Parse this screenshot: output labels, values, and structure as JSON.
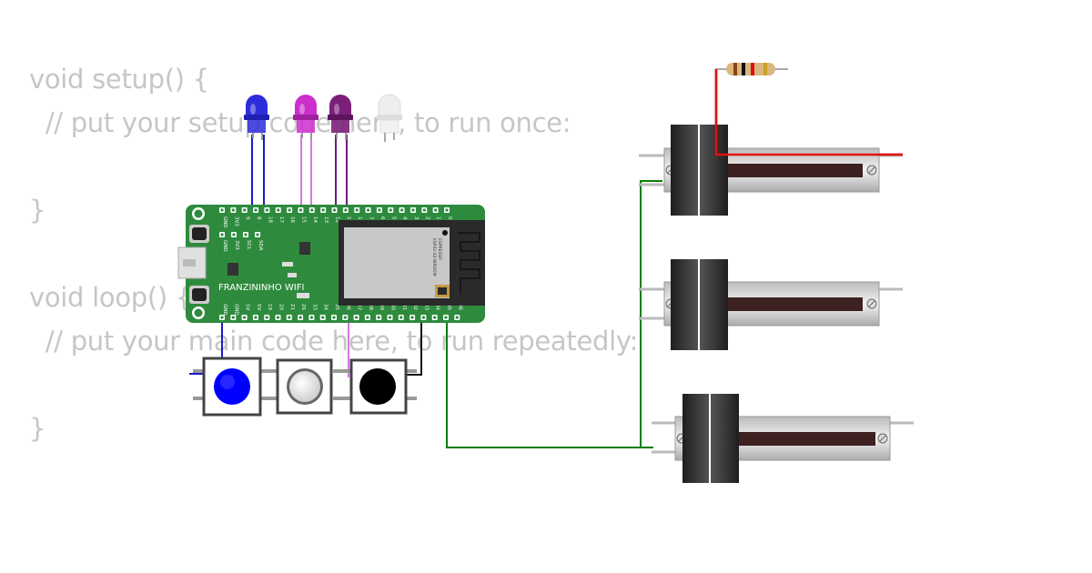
{
  "code": {
    "lines": [
      "void setup() {",
      "  // put your setup code here, to run once:",
      "",
      "}",
      "",
      "void loop() {",
      "  // put your main code here, to run repeatedly:",
      "",
      "}"
    ]
  },
  "board": {
    "name": "FRANZININHO  WIFI",
    "module_brand": "ESPRESSIF",
    "module_model": "ESP32-S2-WROOM",
    "color": "#2e8b3e",
    "top_pins": [
      "GND",
      "3V3",
      "9",
      "8",
      "18",
      "17",
      "16",
      "15",
      "14",
      "13",
      "12",
      "11",
      "10",
      "7",
      "6",
      "5",
      "4",
      "3",
      "2",
      "1",
      "0"
    ],
    "bottom_pins": [
      "GND",
      "GND",
      "5V",
      "5V",
      "19",
      "20",
      "21",
      "26",
      "33",
      "34",
      "35",
      "36",
      "37",
      "38",
      "39",
      "40",
      "41",
      "42",
      "43",
      "44",
      "45",
      "46"
    ],
    "mid_pins": [
      "GND",
      "3V3",
      "SCL",
      "SDA"
    ]
  },
  "leds": [
    {
      "id": "led1",
      "color": "#2d2ddb"
    },
    {
      "id": "led2",
      "color": "#cc2ecc"
    },
    {
      "id": "led3",
      "color": "#7a1f7a"
    },
    {
      "id": "led4",
      "color": "#eeeeee"
    }
  ],
  "buttons": [
    {
      "id": "btn1",
      "color": "#0000ff"
    },
    {
      "id": "btn2",
      "color": "#ffffff"
    },
    {
      "id": "btn3",
      "color": "#000000"
    }
  ],
  "wires": {
    "blue": "#1a1ac8",
    "violet": "#d877e8",
    "purple": "#6b1f7a",
    "black": "#111111",
    "green": "#0a7d0a",
    "red": "#e01010"
  },
  "resistor": {
    "name": "resistor"
  },
  "sliders": [
    {
      "id": "pot1"
    },
    {
      "id": "pot2"
    },
    {
      "id": "pot3"
    }
  ]
}
